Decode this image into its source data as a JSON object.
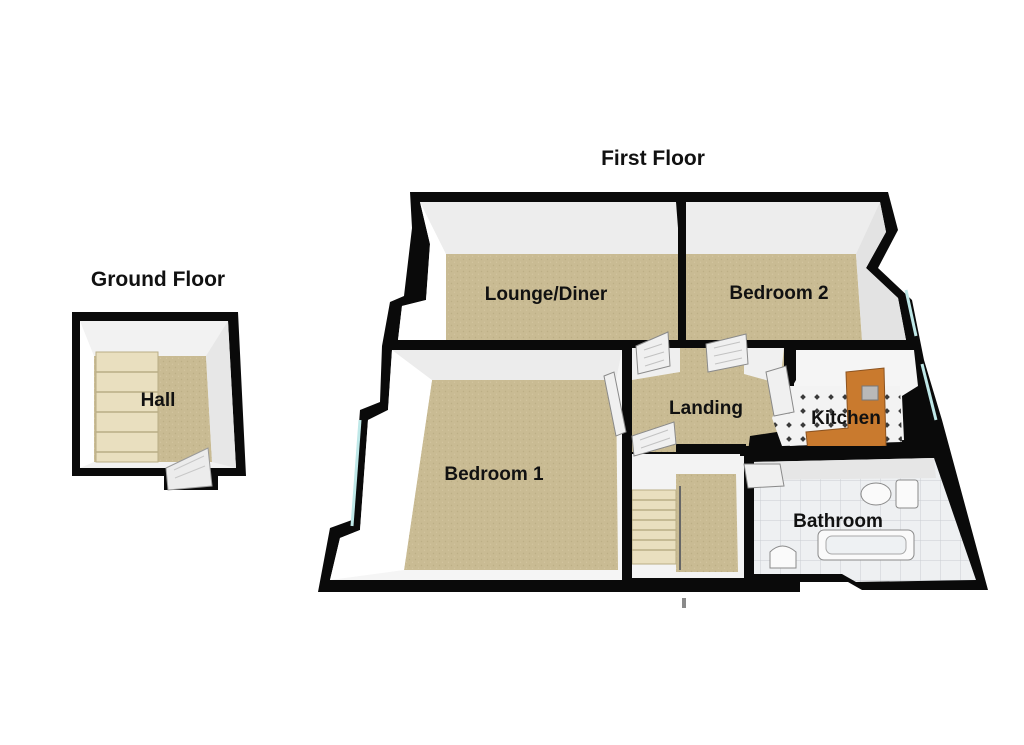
{
  "ground_floor": {
    "title": "Ground Floor",
    "rooms": {
      "hall": "Hall"
    }
  },
  "first_floor": {
    "title": "First Floor",
    "rooms": {
      "lounge_diner": "Lounge/Diner",
      "bedroom_2": "Bedroom 2",
      "bedroom_1": "Bedroom 1",
      "landing": "Landing",
      "kitchen": "Kitchen",
      "bathroom": "Bathroom"
    }
  },
  "colors": {
    "wall": "#0a0a0a",
    "inner_wall": "#f4f4f4",
    "carpet": "#c7b991",
    "stairs": "#e9dfbf",
    "tile": "#e8eaec",
    "worktop": "#c97a2e"
  }
}
